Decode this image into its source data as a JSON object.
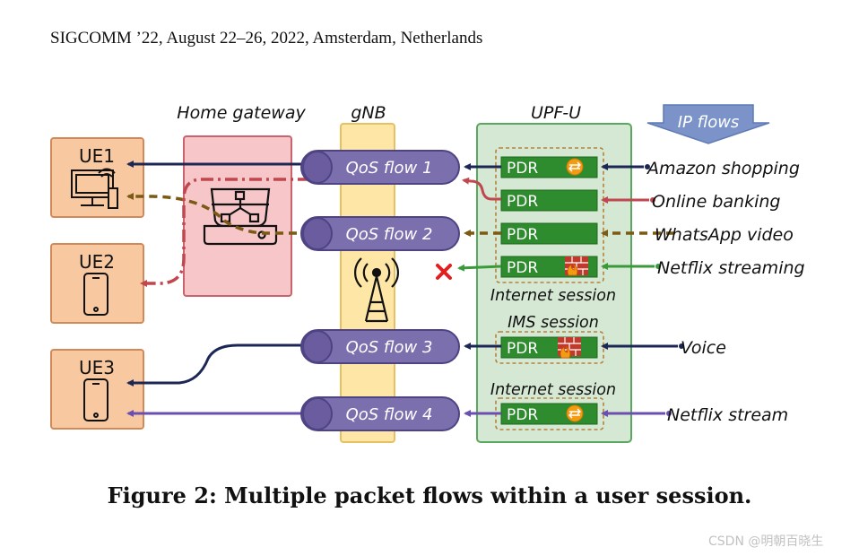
{
  "header": {
    "text": "SIGCOMM ’22, August 22–26, 2022, Amsterdam, Netherlands"
  },
  "figure": {
    "labels": {
      "home_gateway": "Home gateway",
      "gnb": "gNB",
      "upf": "UPF-U",
      "ip_flows": "IP flows"
    },
    "ues": [
      "UE1",
      "UE2",
      "UE3"
    ],
    "qos_flows": [
      "QoS flow 1",
      "QoS flow 2",
      "QoS flow 3",
      "QoS flow 4"
    ],
    "pdr_label": "PDR",
    "sessions": [
      "Internet session",
      "IMS session",
      "Internet session"
    ],
    "sources": [
      "Amazon shopping",
      "Online banking",
      "WhatsApp video",
      "Netflix streaming",
      "Voice",
      "Netflix stream"
    ],
    "colors": {
      "navy": "#1c2756",
      "red": "#c0474f",
      "olive": "#7a5a14",
      "green": "#3a9a3a",
      "purple": "#6b4fb0",
      "qos_fill": "#7c6fae",
      "pdr_fill": "#2e8b2e",
      "ue_fill": "#f8c9a0",
      "gateway_fill": "#f7c6c9",
      "gnb_fill": "#fde6a6",
      "upf_fill": "#d5e8d4"
    }
  },
  "caption": "Figure 2: Multiple packet flows within a user session.",
  "watermark": "CSDN @明朝百晓生"
}
